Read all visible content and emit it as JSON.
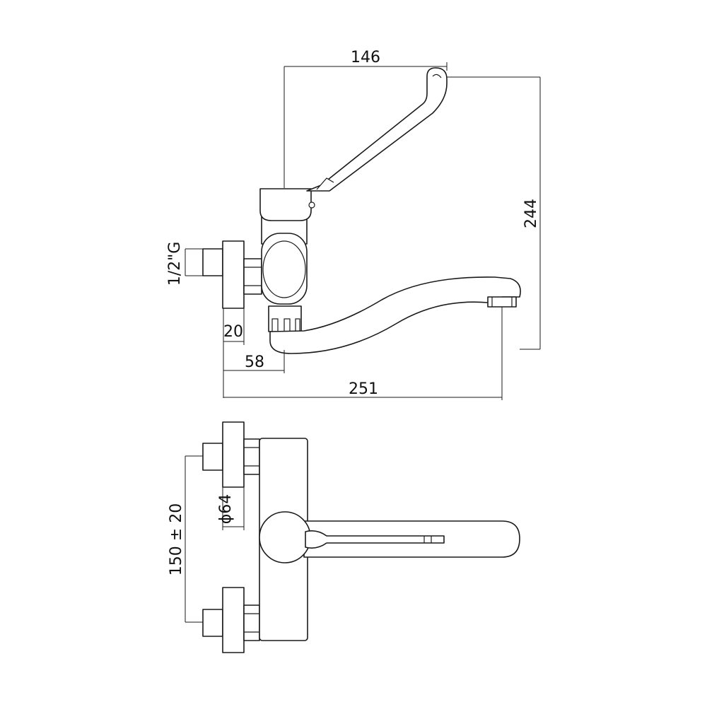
{
  "dimensions": {
    "lever_reach": "146",
    "total_height": "244",
    "thread": "1/2\"G",
    "flange_depth": "20",
    "body_offset": "58",
    "spout_length": "251",
    "inlet_spacing": "150 ± 20",
    "flange_diameter": "ϕ64"
  }
}
